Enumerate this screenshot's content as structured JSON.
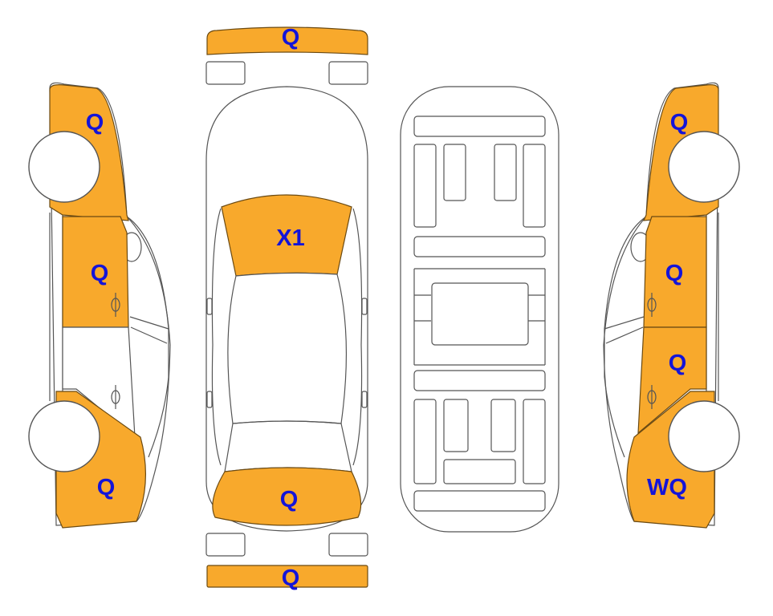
{
  "colors": {
    "damaged_fill": "#F8A92C",
    "code_text": "#1414D8",
    "outline": "#555555"
  },
  "panels": {
    "front_bumper": {
      "code": "Q"
    },
    "hood": {
      "code": "X1"
    },
    "trunk": {
      "code": "Q"
    },
    "rear_bumper": {
      "code": "Q"
    },
    "left_front_fender": {
      "code": "Q"
    },
    "left_front_door": {
      "code": "Q"
    },
    "left_rear_quarter": {
      "code": "Q"
    },
    "right_front_fender": {
      "code": "Q"
    },
    "right_front_door": {
      "code": "Q"
    },
    "right_rear_door": {
      "code": "Q"
    },
    "right_rear_quarter": {
      "code": "WQ"
    }
  }
}
